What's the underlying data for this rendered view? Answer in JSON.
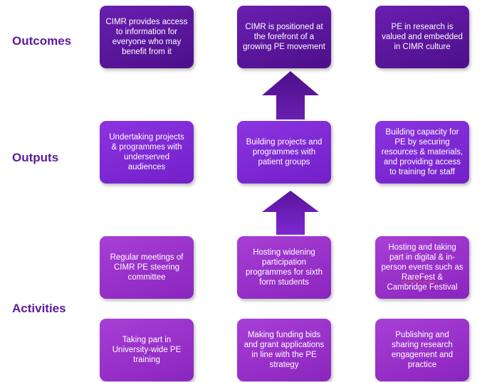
{
  "labels": {
    "outcomes": "Outcomes",
    "outputs": "Outputs",
    "activities": "Activities"
  },
  "outcomes": [
    "CIMR provides access to information for everyone who may benefit from it",
    "CIMR is positioned at the forefront of a growing PE movement",
    "PE in research is valued and embedded in CIMR culture"
  ],
  "outputs": [
    "Undertaking projects & programmes with underserved audiences",
    "Building projects and programmes with patient groups",
    "Building capacity for PE by securing resources & materials, and providing access to training for staff"
  ],
  "activities_row1": [
    "Regular meetings of CIMR PE steering committee",
    "Hosting widening participation programmes for sixth form students",
    {
      "before": "Hosting and taking part in digital & in-person events such as ",
      "underlined": "RareFest",
      "after": " & Cambridge Festival"
    }
  ],
  "activities_row2": [
    "Taking part in University-wide PE training",
    "Making funding bids and grant applications in line with the PE strategy",
    "Publishing and sharing research engagement and practice"
  ],
  "colors": {
    "label": "#5c1a9e",
    "outcome_box": "#5a149a",
    "output_box": "#7d28d2",
    "activity_box": "#9a30c8",
    "arrow": "#5a149a"
  }
}
